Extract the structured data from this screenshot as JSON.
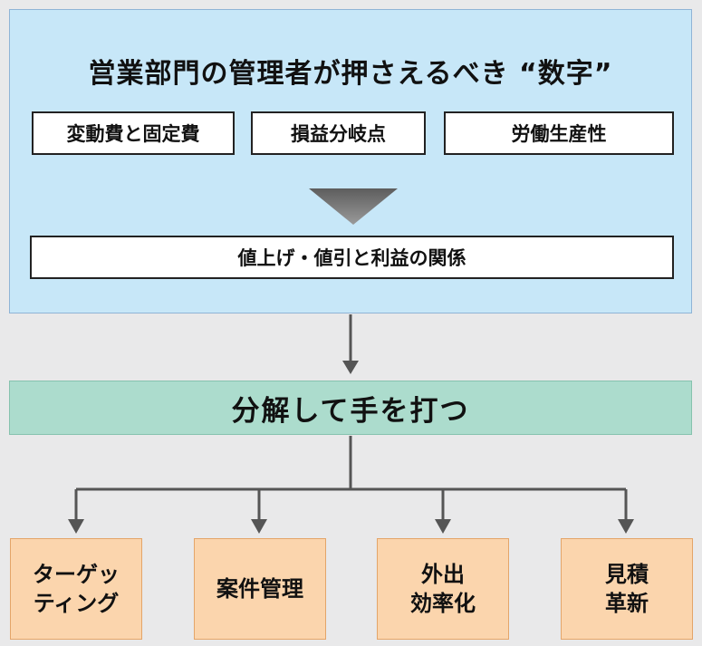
{
  "panel": {
    "title": "営業部門の管理者が押さえるべき “数字”",
    "boxes": [
      "変動費と固定費",
      "損益分岐点",
      "労働生産性"
    ],
    "result": "値上げ・値引と利益の関係"
  },
  "band": {
    "label": "分解して手を打つ"
  },
  "leaves": [
    {
      "line1": "ターゲッ",
      "line2": "ティング"
    },
    {
      "line1": "案件管理",
      "line2": ""
    },
    {
      "line1": "外出",
      "line2": "効率化"
    },
    {
      "line1": "見積",
      "line2": "革新"
    }
  ],
  "colors": {
    "panel": "#c7e7f8",
    "band": "#acdccd",
    "leaf": "#fbd5ad",
    "arrow": "#555555"
  }
}
